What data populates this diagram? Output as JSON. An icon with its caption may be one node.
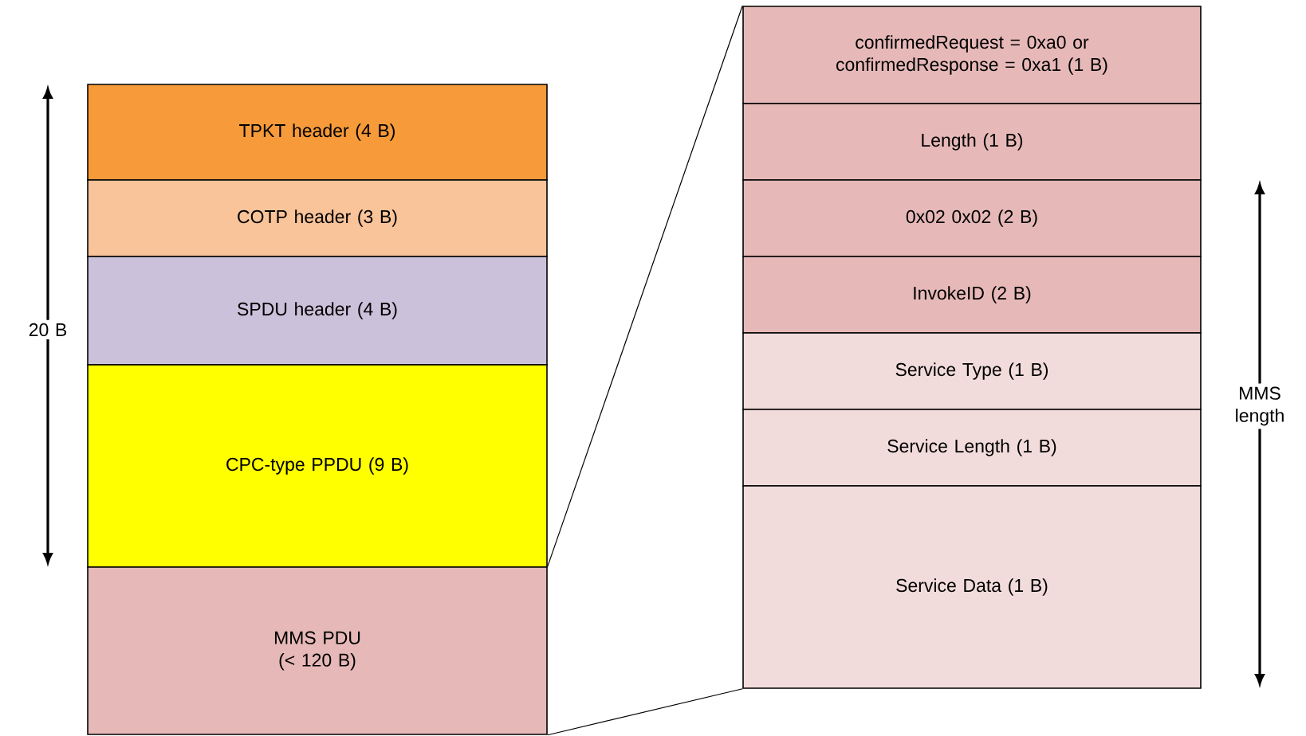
{
  "diagram": {
    "nodes": [
      {
        "text": [
          "TPKT header (4 B)"
        ]
      },
      {
        "text": [
          "COTP header (3 B)"
        ]
      },
      {
        "text": [
          "SPDU header (4 B)"
        ]
      },
      {
        "text": [
          "CPC-type PPDU (9 B)"
        ]
      },
      {
        "text": [
          "MMS PDU (< 120 B)"
        ]
      },
      {
        "text": [
          "confirmedRequest = 0xa0 or confirmedResponse = 0xa1 (1 B)"
        ]
      },
      {
        "text": [
          "Length (1 B)"
        ]
      },
      {
        "text": [
          "0x02 0x02 (2 B)"
        ]
      },
      {
        "text": [
          "InvokeID (2 B)"
        ]
      },
      {
        "text": [
          "Service Type (1 B)"
        ]
      },
      {
        "text": [
          "Service Length (1 B)"
        ]
      },
      {
        "text": [
          "Service Data (1 B)"
        ]
      }
    ],
    "edges": [
      {
        "from": 4,
        "to": 5,
        "arrow": "none"
      },
      {
        "from": 4,
        "to": 11,
        "arrow": "none"
      }
    ],
    "labels": [
      "20 B",
      "MMS length"
    ]
  }
}
